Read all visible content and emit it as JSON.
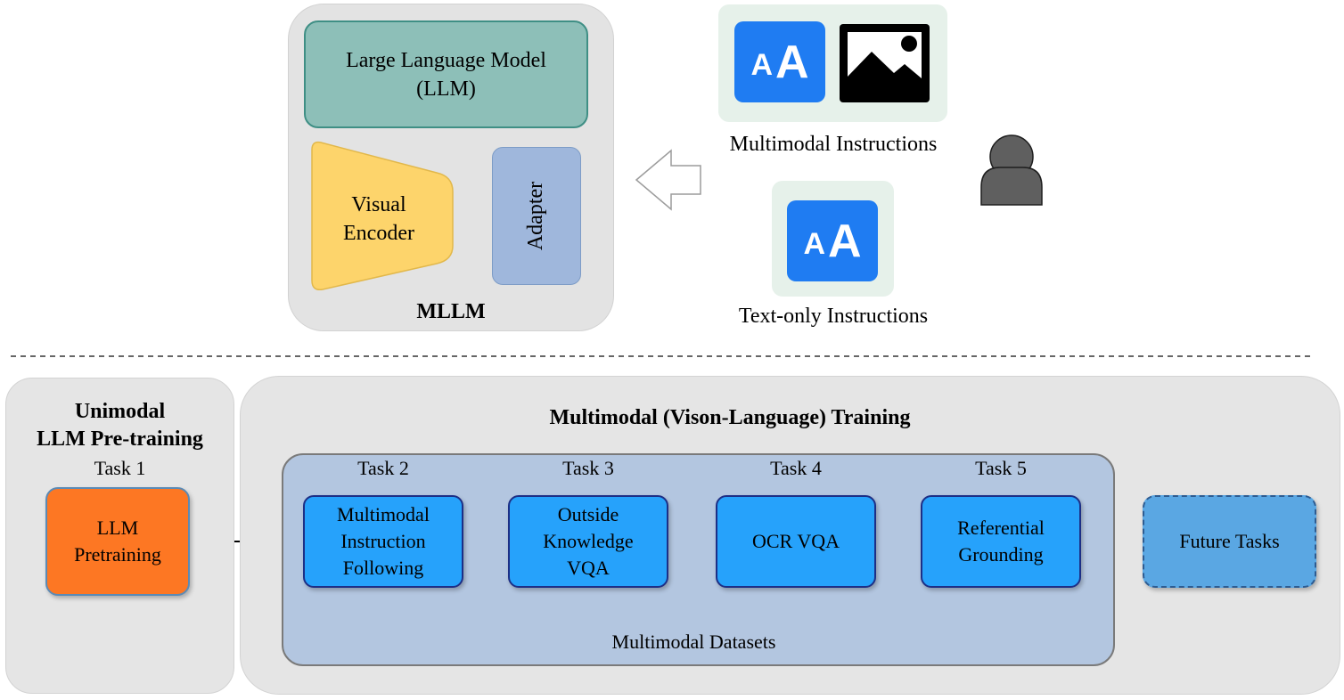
{
  "top": {
    "llm_label_line1": "Large Language Model",
    "llm_label_line2": "(LLM)",
    "encoder_label_line1": "Visual",
    "encoder_label_line2": "Encoder",
    "adapter_label": "Adapter",
    "mllm_label": "MLLM",
    "multimodal_instructions_label": "Multimodal Instructions",
    "text_only_instructions_label": "Text-only Instructions",
    "text_icon_small": "A",
    "text_icon_big": "A"
  },
  "bottom": {
    "unimodal_title_line1": "Unimodal",
    "unimodal_title_line2": "LLM Pre-training",
    "task1_label": "Task 1",
    "llm_pretraining_line1": "LLM",
    "llm_pretraining_line2": "Pretraining",
    "multimodal_training_title": "Multimodal (Vison-Language) Training",
    "tasks": [
      {
        "label": "Task 2",
        "lines": [
          "Multimodal",
          "Instruction",
          "Following"
        ]
      },
      {
        "label": "Task 3",
        "lines": [
          "Outside",
          "Knowledge",
          "VQA"
        ]
      },
      {
        "label": "Task 4",
        "lines": [
          "OCR VQA"
        ]
      },
      {
        "label": "Task 5",
        "lines": [
          "Referential",
          "Grounding"
        ]
      }
    ],
    "future_tasks_label": "Future Tasks",
    "datasets_label": "Multimodal Datasets"
  },
  "colors": {
    "llm_fill": "#8dbfb8",
    "encoder_fill": "#fdd46b",
    "adapter_fill": "#9fb7dc",
    "text_icon_blue": "#1f7cf2",
    "pretraining_orange": "#fd7723",
    "task_blue": "#26a2fb",
    "future_blue": "#5aa7e3",
    "datasets_panel": "#b3c6e0"
  },
  "icons": [
    "text-icon",
    "image-icon",
    "user-icon",
    "refresh-icon",
    "hollow-arrow-left-icon"
  ]
}
